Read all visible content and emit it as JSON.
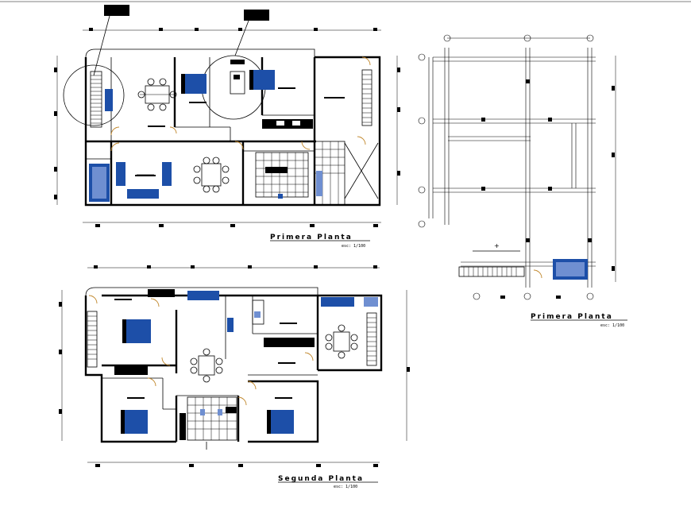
{
  "plans": [
    {
      "id": "first-floor",
      "title": "Primera Planta",
      "scale": "esc: 1/100"
    },
    {
      "id": "structure",
      "title": "Primera Planta",
      "scale": "esc: 1/100"
    },
    {
      "id": "second-floor",
      "title": "Segunda Planta",
      "scale": "esc: 1/100"
    }
  ],
  "colors": {
    "line": "#000000",
    "furniture": "#1d4fa8",
    "door_swing": "#c0862a"
  }
}
